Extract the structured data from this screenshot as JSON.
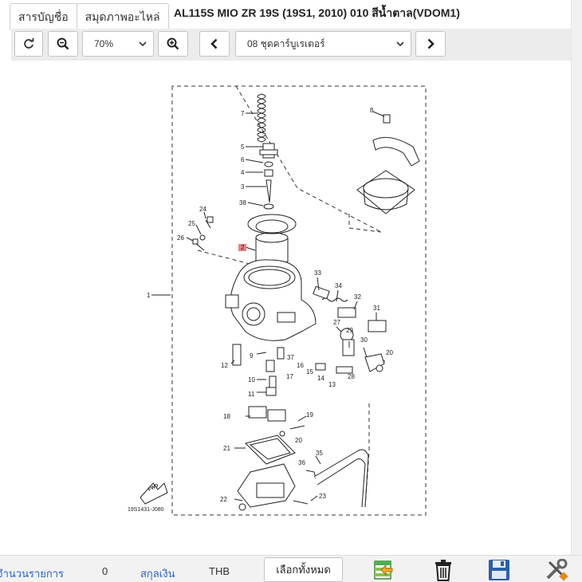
{
  "tabs": [
    {
      "label": "สารบัญชื่อ"
    },
    {
      "label": "สมุดภาพอะไหล่"
    }
  ],
  "page_title": "AL115S MIO ZR 19S (19S1, 2010) 010 สีน้ำตาล(VDOM1)",
  "toolbar": {
    "zoom_value": "70%",
    "section_value": "08 ชุดคาร์บูเรเตอร์"
  },
  "diagram": {
    "code": "19S1431-J080",
    "fwd_label": "FWD",
    "highlighted_part": "2",
    "part_labels": [
      "7",
      "5",
      "6",
      "4",
      "3",
      "38",
      "8",
      "24",
      "25",
      "26",
      "2",
      "1",
      "33",
      "34",
      "32",
      "31",
      "27",
      "29",
      "30",
      "20",
      "9",
      "37",
      "16",
      "15",
      "14",
      "13",
      "28",
      "12",
      "10",
      "11",
      "17",
      "18",
      "19",
      "20",
      "21",
      "35",
      "36",
      "22",
      "23"
    ]
  },
  "footer": {
    "count_label": "จำนวนรายการ",
    "count_value": "0",
    "currency_label": "สกุลเงิน",
    "currency_value": "THB",
    "select_all_label": "เลือกทั้งหมด"
  },
  "colors": {
    "highlight": "#f08080",
    "link_blue": "#2a63c8",
    "save_blue": "#2c5fa8"
  },
  "icons": [
    "refresh-icon",
    "zoom-out-icon",
    "zoom-in-icon",
    "chevron-left-icon",
    "chevron-right-icon",
    "add-to-list-icon",
    "trash-icon",
    "save-icon",
    "tools-icon"
  ]
}
